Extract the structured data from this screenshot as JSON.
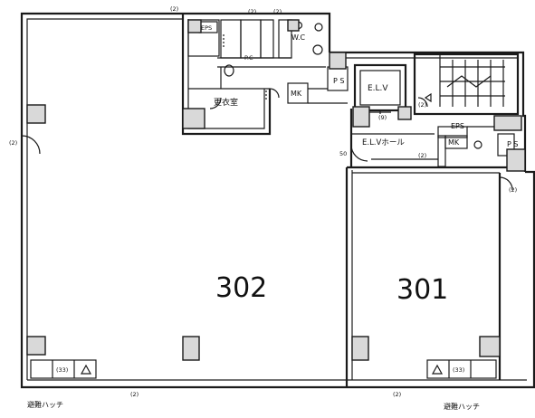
{
  "rooms": {
    "unit_302": "302",
    "unit_301": "301",
    "changing_room": "更衣室",
    "elevator": "E.L.V",
    "elevator_hall": "E.L.Vホール",
    "wc": "W.C",
    "pc_room": "P.C",
    "mk_upper": "MK",
    "mk_lower": "MK",
    "ps_upper": "P S",
    "ps_lower": "P S",
    "eps_upper": "EPS",
    "eps_lower": "EPS"
  },
  "dimensions": {
    "top_left": "(2)",
    "top_mid1": "(2)",
    "top_mid2": "(2)",
    "left_side": "(2)",
    "right_side": "(2)",
    "stair_side": "(2)",
    "elv_bottom": "(9)",
    "hall_right": "(2)",
    "hall_left": "50",
    "bottom_left": "(2)",
    "bottom_right": "(2)",
    "hatch_left_code": "(33)",
    "hatch_right_code": "(33)"
  },
  "hatches": {
    "left": "避難ハッチ",
    "right": "避難ハッチ"
  }
}
